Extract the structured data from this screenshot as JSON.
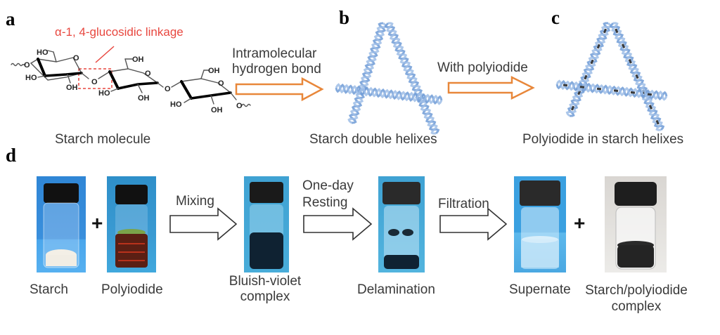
{
  "figure": {
    "panels": {
      "a": {
        "letter": "a",
        "annotation": "α-1, 4-glucosidic linkage",
        "caption": "Starch molecule",
        "atom_labels": {
          "ho": "HO",
          "oh": "OH",
          "o": "O"
        }
      },
      "b": {
        "letter": "b",
        "arrow_label_line1": "Intramolecular",
        "arrow_label_line2": "hydrogen bond",
        "caption": "Starch double helixes"
      },
      "c": {
        "letter": "c",
        "arrow_label": "With polyiodide",
        "caption": "Polyiodide in starch helixes"
      },
      "d": {
        "letter": "d",
        "steps": [
          {
            "caption": "Starch"
          },
          {
            "caption": "Polyiodide"
          },
          {
            "caption_line1": "Bluish-violet",
            "caption_line2": "complex"
          },
          {
            "caption": "Delamination"
          },
          {
            "caption": "Supernate"
          },
          {
            "caption_line1": "Starch/polyiodide",
            "caption_line2": "complex"
          }
        ],
        "arrows": [
          {
            "label": "Mixing"
          },
          {
            "label_line1": "One-day",
            "label_line2": "Resting"
          },
          {
            "label": "Filtration"
          }
        ],
        "plus_sign": "+"
      }
    },
    "colors": {
      "process_arrow_orange": "#e8873a",
      "annotation_red": "#e8473f",
      "helix_blue": "#6f9bd6",
      "photo_background_blue": "#3d9be0"
    }
  }
}
